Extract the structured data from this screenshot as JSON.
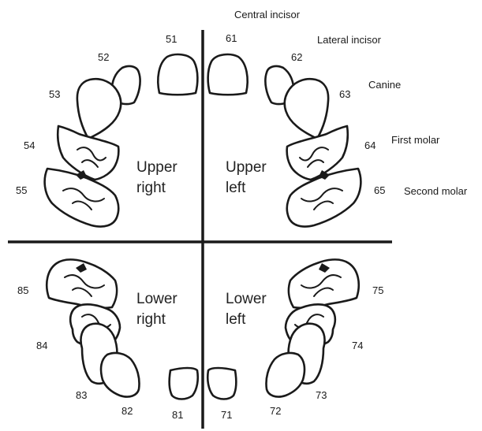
{
  "tooth_types": {
    "central": "Central incisor",
    "lateral": "Lateral incisor",
    "canine": "Canine",
    "first_molar": "First molar",
    "second_molar": "Second molar"
  },
  "quadrants": {
    "upper_right": [
      "Upper",
      "right"
    ],
    "upper_left": [
      "Upper",
      "left"
    ],
    "lower_right": [
      "Lower",
      "right"
    ],
    "lower_left": [
      "Lower",
      "left"
    ]
  },
  "tooth_numbers": {
    "upper_right": [
      "51",
      "52",
      "53",
      "54",
      "55"
    ],
    "upper_left": [
      "61",
      "62",
      "63",
      "64",
      "65"
    ],
    "lower_left": [
      "71",
      "72",
      "73",
      "74",
      "75"
    ],
    "lower_right": [
      "81",
      "82",
      "83",
      "84",
      "85"
    ]
  }
}
